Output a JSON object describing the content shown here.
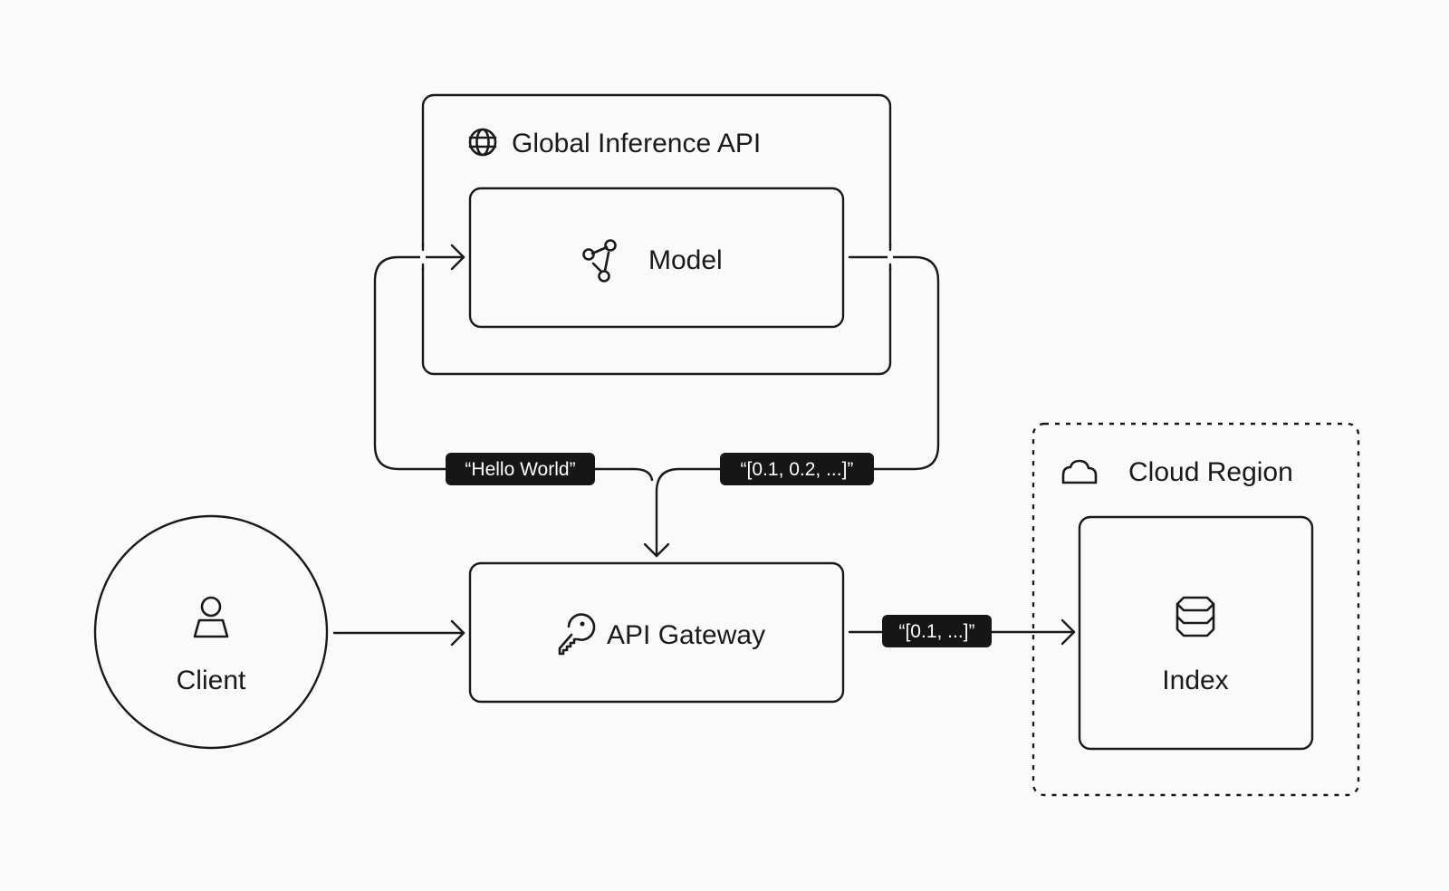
{
  "diagram": {
    "title": "Inference and indexing flow",
    "groups": {
      "global_inference_api": {
        "label": "Global Inference API",
        "icon": "globe-icon"
      },
      "cloud_region": {
        "label": "Cloud Region",
        "icon": "cloud-icon",
        "style": "dashed"
      }
    },
    "nodes": {
      "model": {
        "label": "Model",
        "icon": "graph-nodes-icon"
      },
      "api_gateway": {
        "label": "API Gateway",
        "icon": "key-icon"
      },
      "client": {
        "label": "Client",
        "icon": "user-icon",
        "shape": "circle"
      },
      "index": {
        "label": "Index",
        "icon": "database-icon"
      }
    },
    "edges": [
      {
        "from": "Client",
        "to": "API Gateway",
        "label": ""
      },
      {
        "from": "API Gateway",
        "to": "Model",
        "label": "“Hello World”"
      },
      {
        "from": "Model",
        "to": "API Gateway",
        "label": "“[0.1, 0.2, ...]”"
      },
      {
        "from": "API Gateway",
        "to": "Index",
        "label": "“[0.1, ...]”"
      }
    ],
    "colors": {
      "background": "#fafafa",
      "stroke": "#1a1a1a",
      "pill_background": "#161616",
      "pill_text": "#ffffff"
    }
  }
}
